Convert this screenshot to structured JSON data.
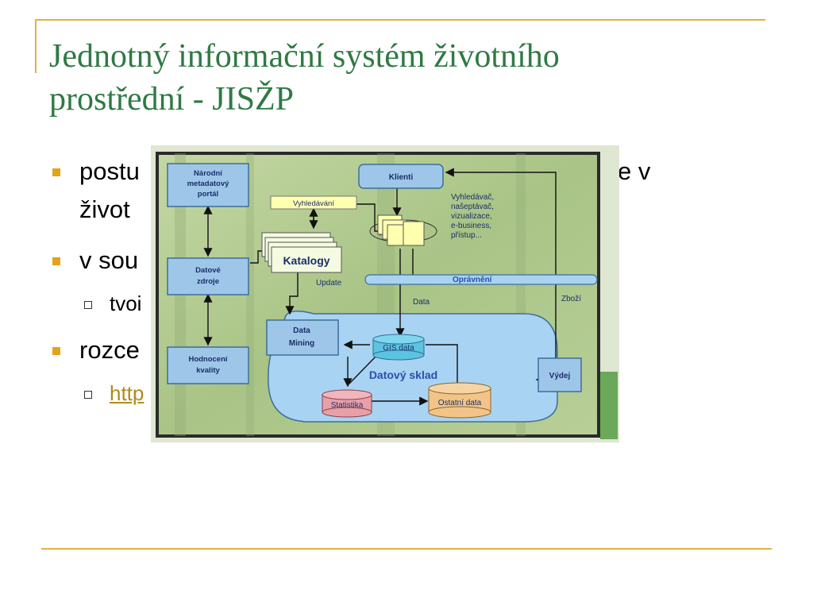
{
  "slide": {
    "title_line1": "Jednotný informační systém životního",
    "title_line2": "prostřední - JISŽP",
    "bullets": [
      {
        "line1": "postu",
        "line1_tail": "e v",
        "line2": "život"
      },
      {
        "line1": "v sou"
      },
      {
        "line1": "rozce"
      }
    ],
    "subbullets": [
      {
        "text": "tvoi"
      },
      {
        "text": "http"
      }
    ]
  },
  "diagram": {
    "nodes": {
      "portal": [
        "Národní",
        "metadatový",
        "portál"
      ],
      "zdroje": [
        "Datové",
        "zdroje"
      ],
      "hodnoceni": [
        "Hodnocení",
        "kvality"
      ],
      "vyhledavani": "Vyhledávání",
      "katalogy": "Katalogy",
      "klienti": "Klienti",
      "klient_desc": [
        "Vyhledávač,",
        "našeptávač,",
        "vizualizace,",
        "e-business,",
        "přístup..."
      ],
      "opravneni": "Oprávnění",
      "update": "Update",
      "data": "Data",
      "zbozi": "Zboží",
      "data_mining": [
        "Data",
        "Mining"
      ],
      "gis": "GIS data",
      "sklad": "Datový sklad",
      "statistika": "Statistika",
      "ostatni": "Ostatní data",
      "vydej": "Výdej"
    },
    "colors": {
      "box_fill": "#9ec6e8",
      "box_stroke": "#3d6e99",
      "sklad_fill": "#a9d3f2",
      "yellow": "#ffffb0",
      "text": "#1a2f6a"
    }
  }
}
